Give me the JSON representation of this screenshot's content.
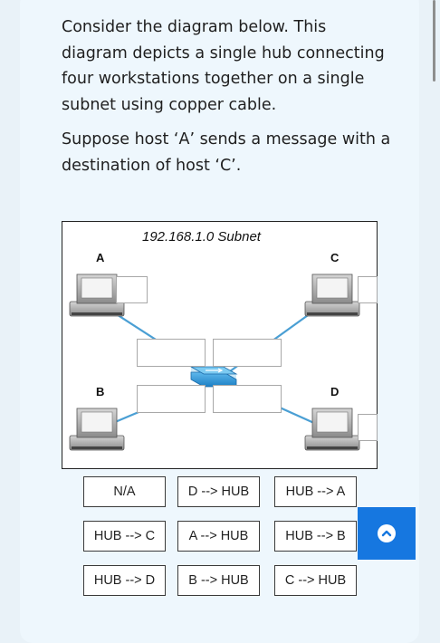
{
  "question": {
    "paragraph1": "Consider the diagram below. This diagram depicts a single hub connecting four workstations together on a single subnet using copper cable.",
    "paragraph2": "Suppose host ‘A’ sends a message with a destination of host ‘C’."
  },
  "diagram": {
    "subnet_label": "192.168.1.0 Subnet",
    "hosts": {
      "a": "A",
      "b": "B",
      "c": "C",
      "d": "D"
    }
  },
  "options": [
    "N/A",
    "D --> HUB",
    "HUB --> A",
    "HUB --> C",
    "A --> HUB",
    "HUB --> B",
    "HUB --> D",
    "B --> HUB",
    "C --> HUB"
  ],
  "colors": {
    "accent": "#1677e0",
    "cable": "#4a9fd4",
    "hub": "#3aa0de"
  },
  "icons": {
    "scroll_top": "chevron-up-icon"
  }
}
